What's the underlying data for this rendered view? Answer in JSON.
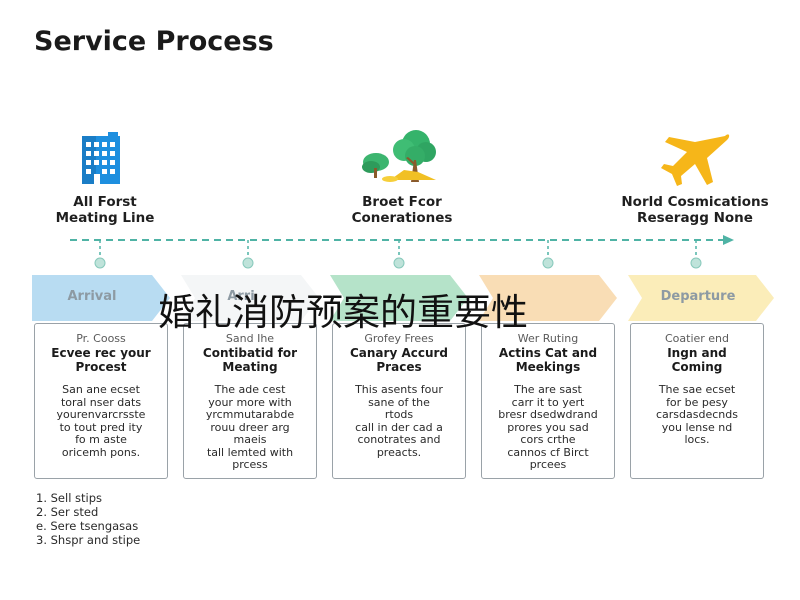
{
  "title": "Service Process",
  "top_milestones": [
    {
      "icon": "building-icon",
      "lines": [
        "All Forst",
        "Meating Line"
      ]
    },
    {
      "icon": "tree-icon",
      "lines": [
        "Broet Fcor",
        "Conerationes"
      ]
    },
    {
      "icon": "airplane-icon",
      "lines": [
        "Norld Cosmications",
        "Reseragg None"
      ]
    }
  ],
  "steps": [
    {
      "header": "Arrival",
      "sub": "Pr. Cooss",
      "heading": [
        "Ecvee rec your",
        "Procest"
      ],
      "desc": [
        "San ane ecset",
        "toral nser dats",
        "yourenvarcrsste",
        "to tout pred ity",
        "fo m aste",
        "oricemh pons."
      ]
    },
    {
      "header": "Arri",
      "sub": "Sand Ihe",
      "heading": [
        "Contibatid for",
        "Meating"
      ],
      "desc": [
        "The ade cest",
        "your more with",
        "yrcmmutarabde",
        "rouu dreer arg",
        "maeis",
        "tall lemted with",
        "prcess"
      ]
    },
    {
      "header": "",
      "sub": "Grofey Frees",
      "heading": [
        "Canary Accurd",
        "Praces"
      ],
      "desc": [
        "This asents four",
        "sane of the",
        "rtods",
        "call in der cad a",
        "conotrates and",
        "preacts."
      ]
    },
    {
      "header": "",
      "sub": "Wer Ruting",
      "heading": [
        "Actins Cat and",
        "Meekings"
      ],
      "desc": [
        "The are sast",
        "carr it to yert",
        "bresr dsedwdrand",
        "prores you sad",
        "cors crthe",
        "cannos cf Birct",
        "prcees"
      ]
    },
    {
      "header": "Departure",
      "sub": "Coatier end",
      "heading": [
        "Ingn and",
        "Coming"
      ],
      "desc": [
        "The sae ecset",
        "for be pesy",
        "carsdasdecnds",
        "you lense nd",
        "locs."
      ]
    }
  ],
  "bottom_list": [
    "1. Sell stips",
    "2. Ser sted",
    "e. Sere tsengasas",
    "3. Shspr and stipe"
  ],
  "overlay_caption": "婚礼消防预案的重要性",
  "colors": {
    "timeline": "#4fb3a5",
    "arrival": "#b8dcf2",
    "step2": "#ffffff",
    "step3": "#b5e3c9",
    "step4": "#f9ddb5",
    "departure": "#fbedb9",
    "building": "#1f8fe0",
    "tree": "#35b36b",
    "plane": "#f6b619"
  }
}
